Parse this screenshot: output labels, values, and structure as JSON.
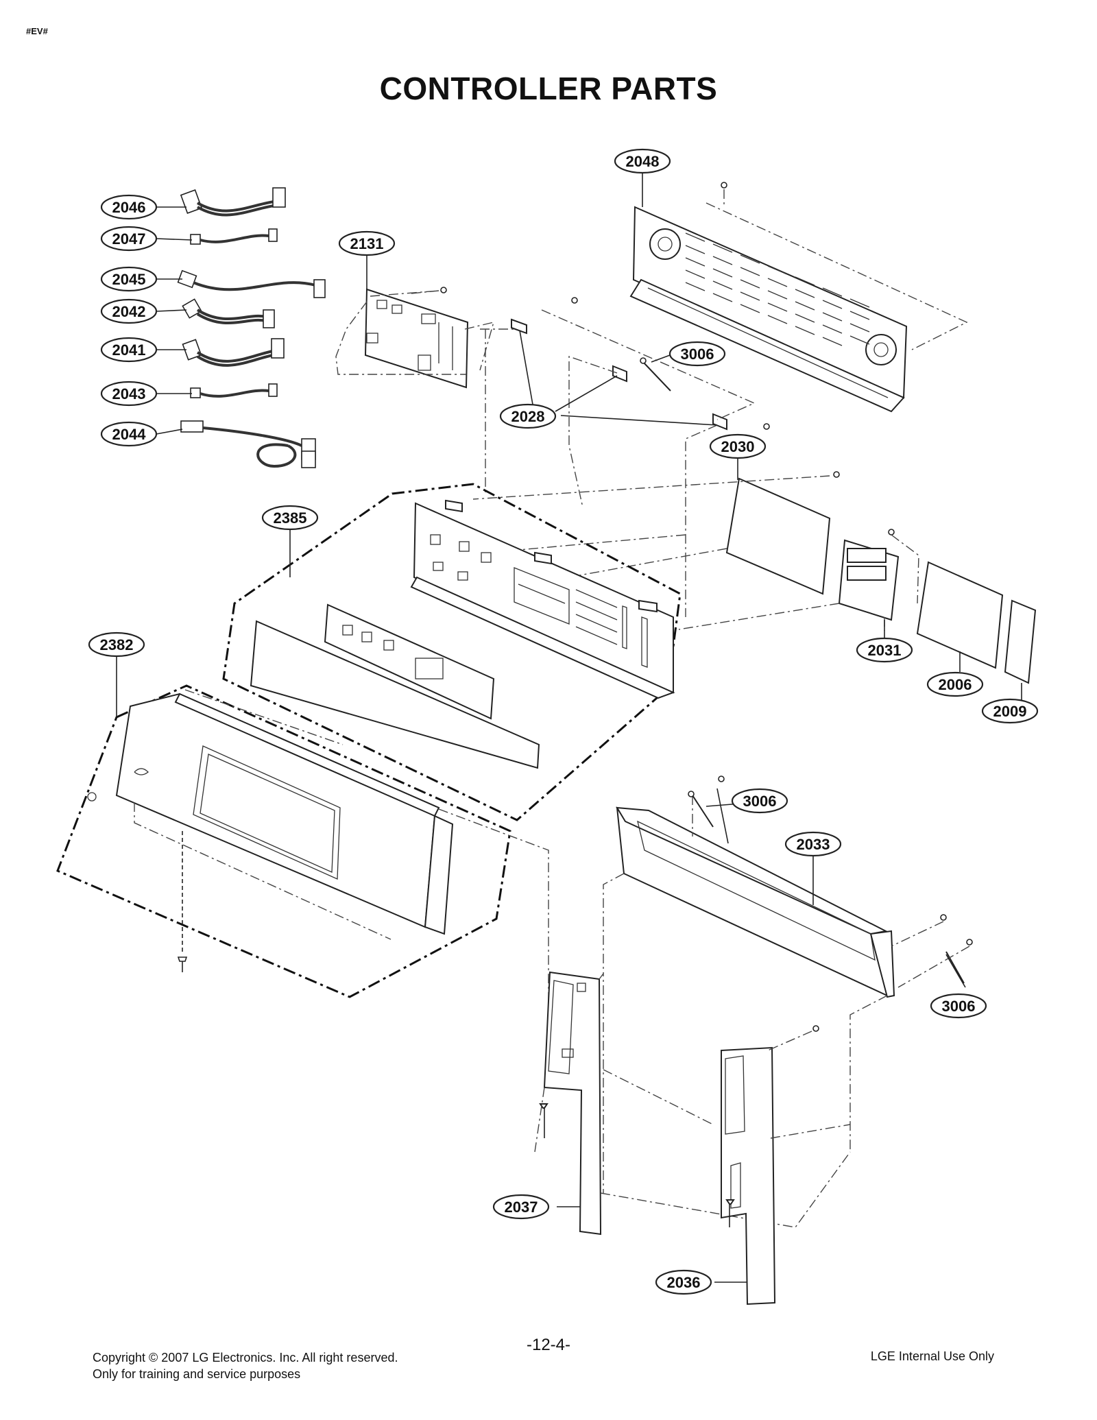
{
  "header": {
    "doc_code": "#EV#",
    "title": "CONTROLLER PARTS"
  },
  "callouts": {
    "p2048": "2048",
    "p2046": "2046",
    "p2047": "2047",
    "p2131": "2131",
    "p2045": "2045",
    "p2042": "2042",
    "p2041": "2041",
    "p2043": "2043",
    "p2044": "2044",
    "p3006_top": "3006",
    "p2028": "2028",
    "p2030": "2030",
    "p2385": "2385",
    "p2382": "2382",
    "p2031": "2031",
    "p2006": "2006",
    "p2009": "2009",
    "p3006_mid": "3006",
    "p2033": "2033",
    "p3006_right": "3006",
    "p2037": "2037",
    "p2036": "2036"
  },
  "footer": {
    "copyright": "Copyright © 2007 LG Electronics. Inc. All right reserved.",
    "purpose": "Only for training and service purposes",
    "page_number": "-12-4-",
    "internal": "LGE Internal Use Only"
  }
}
